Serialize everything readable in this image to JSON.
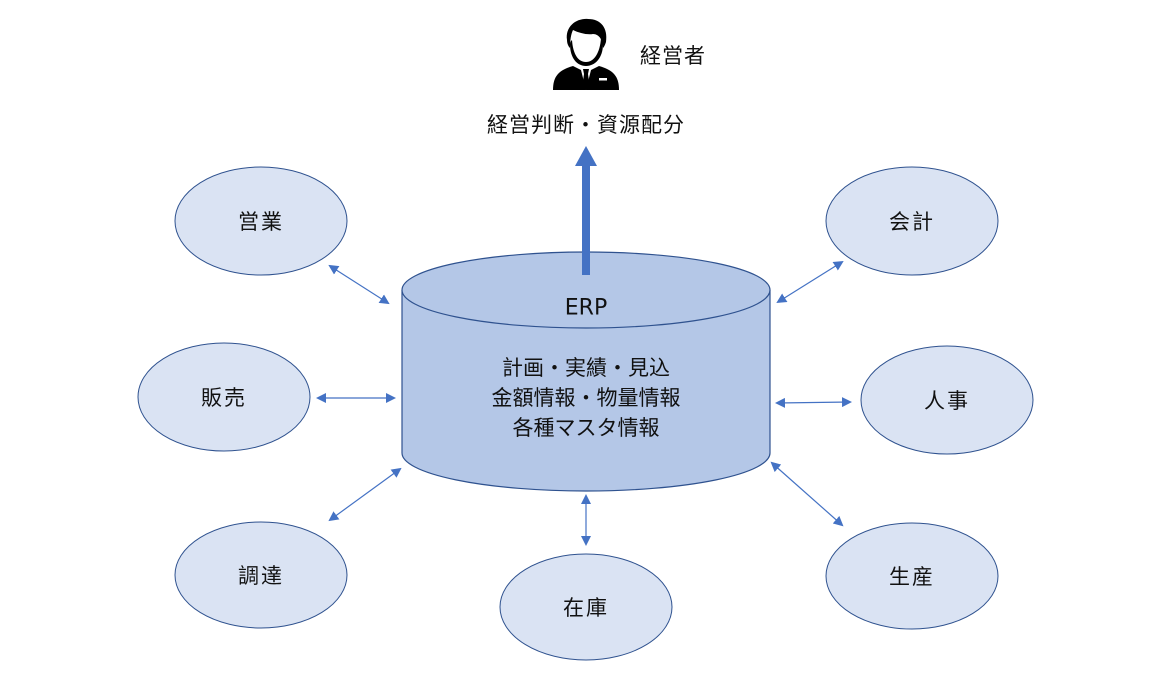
{
  "executive": {
    "icon": "businessman-icon",
    "label": "経営者",
    "action": "経営判断・資源配分"
  },
  "erp": {
    "title": "ERP",
    "contents": [
      "計画・実績・見込",
      "金額情報・物量情報",
      "各種マスタ情報"
    ]
  },
  "departments": [
    {
      "id": "sales",
      "label": "営業"
    },
    {
      "id": "selling",
      "label": "販売"
    },
    {
      "id": "procurement",
      "label": "調達"
    },
    {
      "id": "inventory",
      "label": "在庫"
    },
    {
      "id": "accounting",
      "label": "会計"
    },
    {
      "id": "hr",
      "label": "人事"
    },
    {
      "id": "production",
      "label": "生産"
    }
  ],
  "colors": {
    "node_fill": "#dae3f3",
    "node_stroke": "#2f528f",
    "cylinder_fill": "#b4c7e7",
    "arrow": "#4472c4"
  }
}
